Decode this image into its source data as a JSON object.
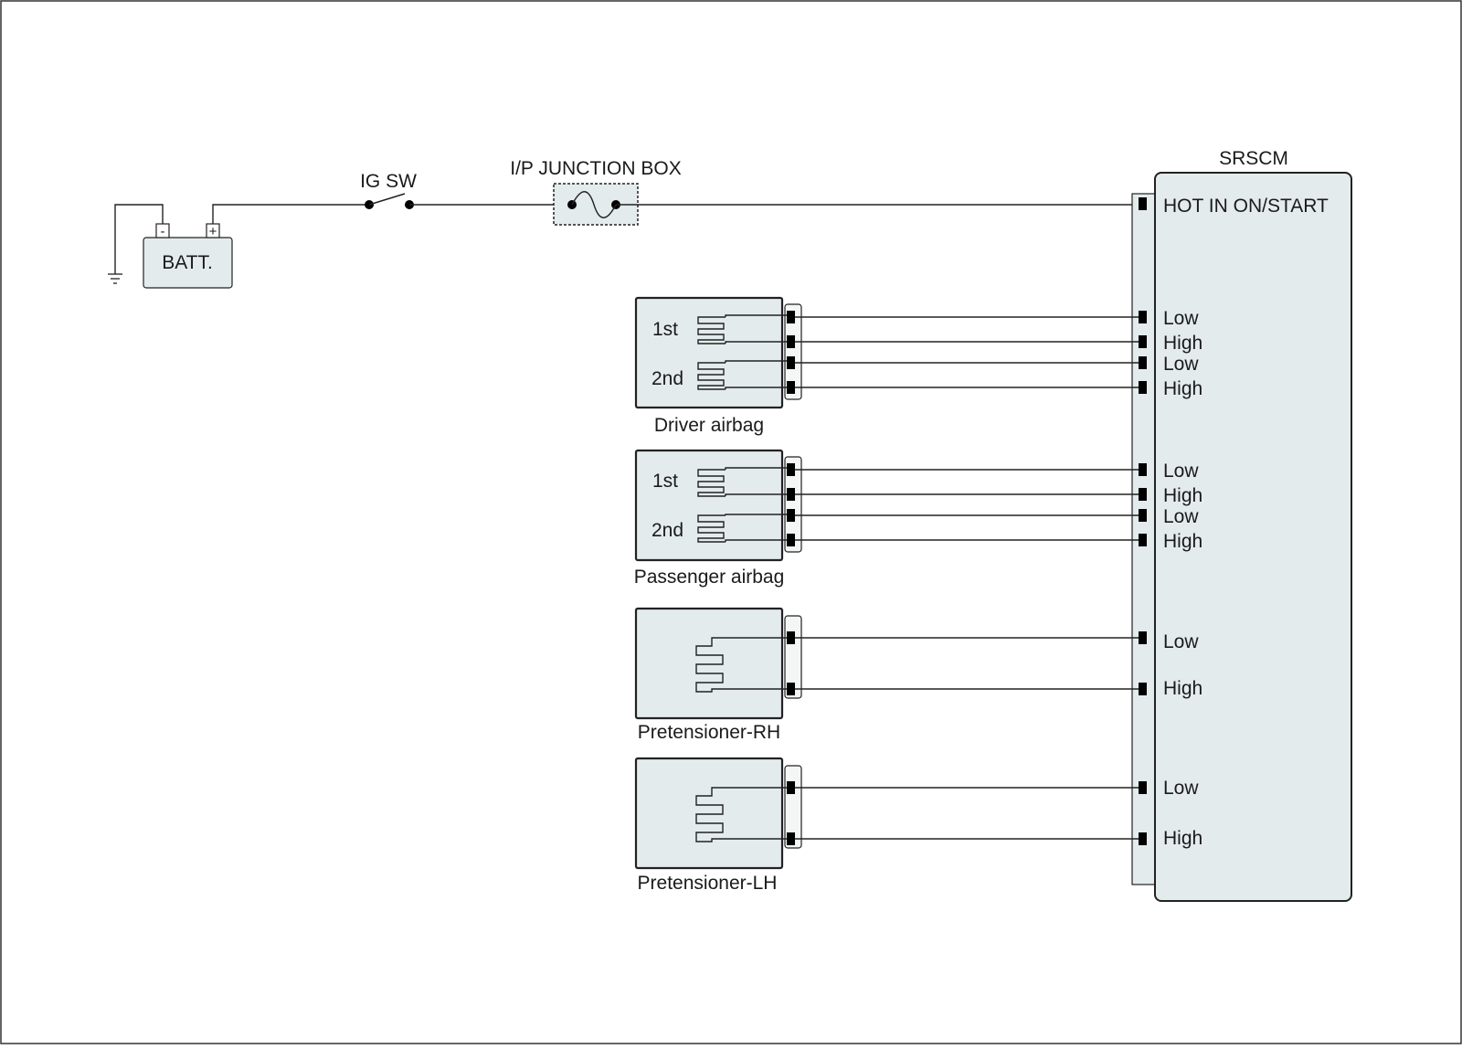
{
  "battery": {
    "label": "BATT.",
    "minus": "-",
    "plus": "+"
  },
  "ig_switch": {
    "label": "IG SW"
  },
  "junction_box": {
    "label": "I/P JUNCTION BOX"
  },
  "srscm": {
    "title": "SRSCM",
    "hot_pin": "HOT IN ON/START",
    "pins": {
      "driver": [
        "Low",
        "High",
        "Low",
        "High"
      ],
      "passenger": [
        "Low",
        "High",
        "Low",
        "High"
      ],
      "pret_rh": [
        "Low",
        "High"
      ],
      "pret_lh": [
        "Low",
        "High"
      ]
    }
  },
  "driver_airbag": {
    "caption": "Driver airbag",
    "stage1": "1st",
    "stage2": "2nd"
  },
  "passenger_airbag": {
    "caption": "Passenger airbag",
    "stage1": "1st",
    "stage2": "2nd"
  },
  "pretensioner_rh": {
    "caption": "Pretensioner-RH"
  },
  "pretensioner_lh": {
    "caption": "Pretensioner-LH"
  },
  "colors": {
    "component_fill": "#e4ebed",
    "line": "#222222"
  }
}
